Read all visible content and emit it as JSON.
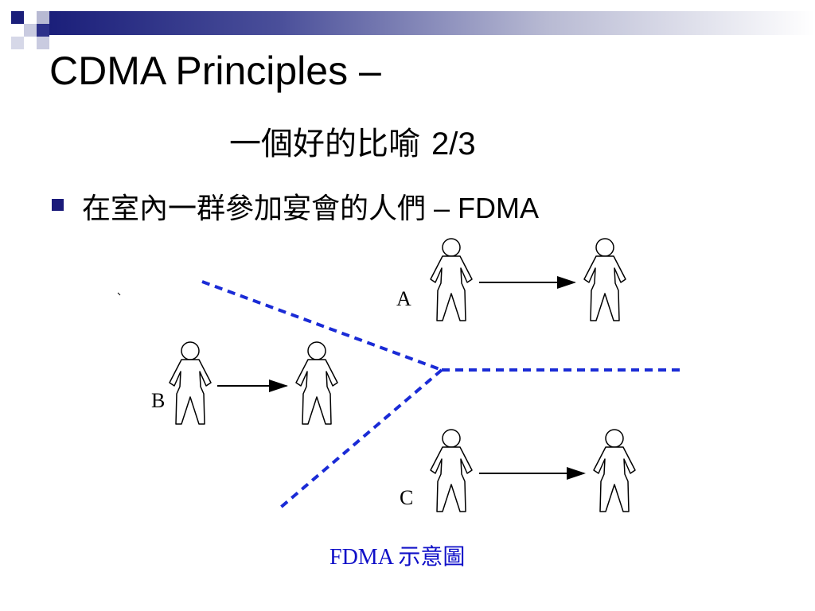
{
  "slide": {
    "title_line1": "CDMA Principles –",
    "title_line2_chinese": "一個好的比喻",
    "title_line2_page": "2/3",
    "bullet_text": "在室內一群參加宴會的人們 – FDMA"
  },
  "diagram": {
    "labels": {
      "a": "A",
      "b": "B",
      "c": "C"
    },
    "caption": "FDMA 示意圖",
    "colors": {
      "divider": "#1a2bd6",
      "caption": "#1010c8",
      "header_dark": "#1b1f7a"
    },
    "icons": [
      "person-figure",
      "arrow-right",
      "dashed-divider"
    ]
  }
}
